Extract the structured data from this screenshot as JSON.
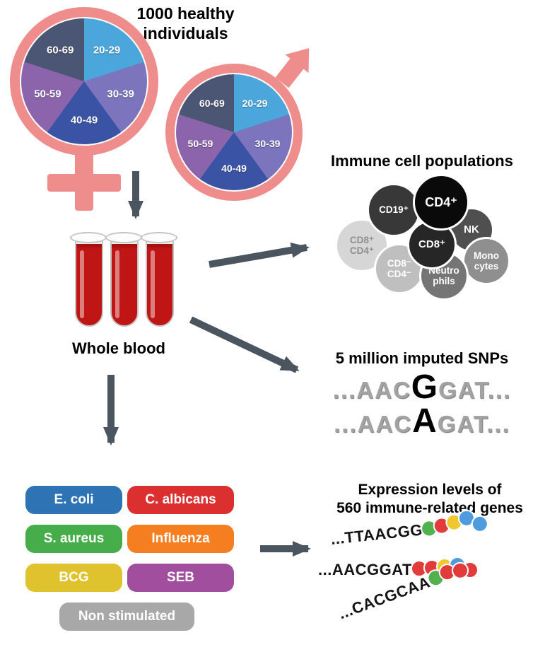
{
  "title": "1000 healthy\nindividuals",
  "demographics": {
    "age_groups": [
      "20-29",
      "30-39",
      "40-49",
      "50-59",
      "60-69"
    ],
    "pie_colors": [
      "#4BA6DC",
      "#7C74BD",
      "#3A53A5",
      "#8C64AC",
      "#4B5574"
    ],
    "symbol_color": "#EF8C8C"
  },
  "whole_blood": {
    "label": "Whole blood"
  },
  "immune_cells": {
    "title": "Immune cell populations",
    "cells": [
      {
        "label": "CD19⁺",
        "color": "#383838"
      },
      {
        "label": "CD4⁺",
        "color": "#0a0a0a"
      },
      {
        "label": "NK",
        "color": "#4F4F4F"
      },
      {
        "label": "CD8⁺",
        "color": "#262626"
      },
      {
        "label": "CD8⁺\nCD4⁺",
        "color": "#D6D6D6"
      },
      {
        "label": "Mono\ncytes",
        "color": "#8F8F8F"
      },
      {
        "label": "CD8⁻\nCD4⁻",
        "color": "#BFBFBF"
      },
      {
        "label": "Neutro\nphils",
        "color": "#757575"
      }
    ]
  },
  "snps": {
    "title": "5 million imputed SNPs",
    "lines": [
      {
        "pre": "...AAC",
        "variant": "G",
        "post": "GAT..."
      },
      {
        "pre": "...AAC",
        "variant": "A",
        "post": "GAT..."
      }
    ]
  },
  "stimuli": {
    "items": [
      {
        "label": "E. coli",
        "color": "#2E74B5"
      },
      {
        "label": "C. albicans",
        "color": "#DC2F2F"
      },
      {
        "label": "S. aureus",
        "color": "#45AD49"
      },
      {
        "label": "Influenza",
        "color": "#F57E20"
      },
      {
        "label": "BCG",
        "color": "#DFC22E"
      },
      {
        "label": "SEB",
        "color": "#A14E9E"
      },
      {
        "label": "Non stimulated",
        "color": "#A8A8A8"
      }
    ]
  },
  "expression": {
    "title": "Expression levels of\n560 immune-related genes",
    "rows": [
      {
        "sequence": "...TTAACGG",
        "dots": [
          "#52B04F",
          "#E23B3B",
          "#EFC72E",
          "#4E9BDD",
          "#4E9BDD"
        ]
      },
      {
        "sequence": "...AACGGAT",
        "dots": [
          "#E23B3B",
          "#E23B3B",
          "#EFC72E",
          "#4E9BDD",
          "#E23B3B"
        ]
      },
      {
        "sequence": "...CACGCAA",
        "dots": [
          "#52B04F",
          "#E23B3B",
          "#E23B3B"
        ]
      }
    ]
  },
  "arrow_color": "#4A5560"
}
